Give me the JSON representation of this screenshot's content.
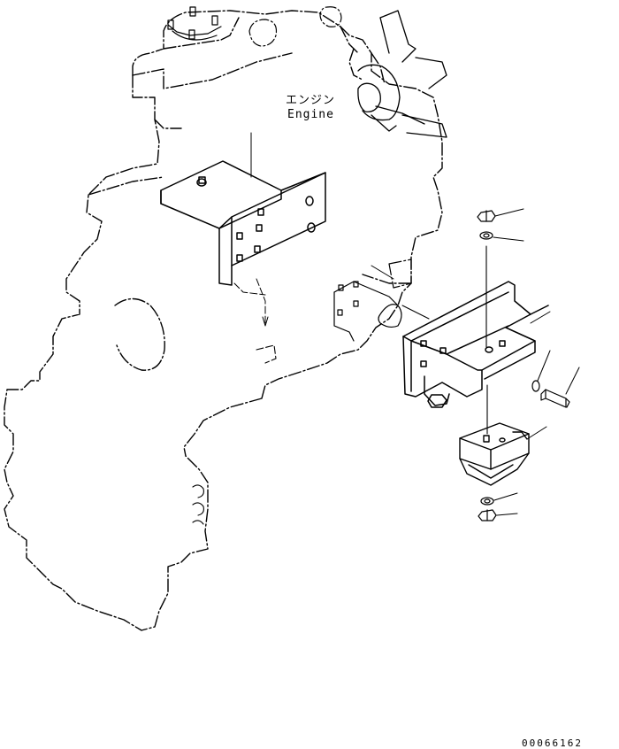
{
  "labels": {
    "engine_jp": "エンジン",
    "engine_en": "Engine"
  },
  "footer": {
    "document_number": "00066162"
  },
  "colors": {
    "line": "#000000",
    "background": "#ffffff"
  }
}
